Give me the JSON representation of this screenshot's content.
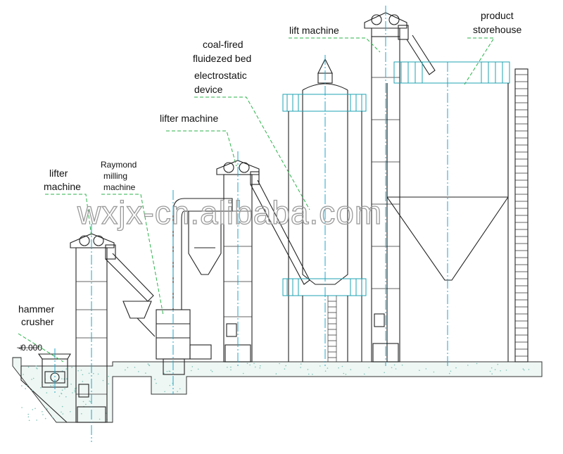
{
  "labels": {
    "product_storehouse": [
      "product",
      "storehouse"
    ],
    "lift_machine": "lift machine",
    "coal_fired": [
      "coal-fired",
      "fluidezed bed"
    ],
    "electrostatic": [
      "electrostatic",
      "device"
    ],
    "lifter_machine_mid": "lifter machine",
    "raymond": [
      "Raymond",
      "milling",
      "machine"
    ],
    "lifter_machine_left": [
      "lifter",
      "machine"
    ],
    "hammer_crusher": [
      "hammer",
      "crusher"
    ],
    "gauge_text": "-0.000"
  },
  "watermark": "wxjx-cn.alibaba.com",
  "colors": {
    "line": "#222222",
    "centerline": "#22a6c8",
    "leader": "#2bb34a",
    "platform": "#1fa3b3",
    "ground_fill": "#eef7f4"
  }
}
